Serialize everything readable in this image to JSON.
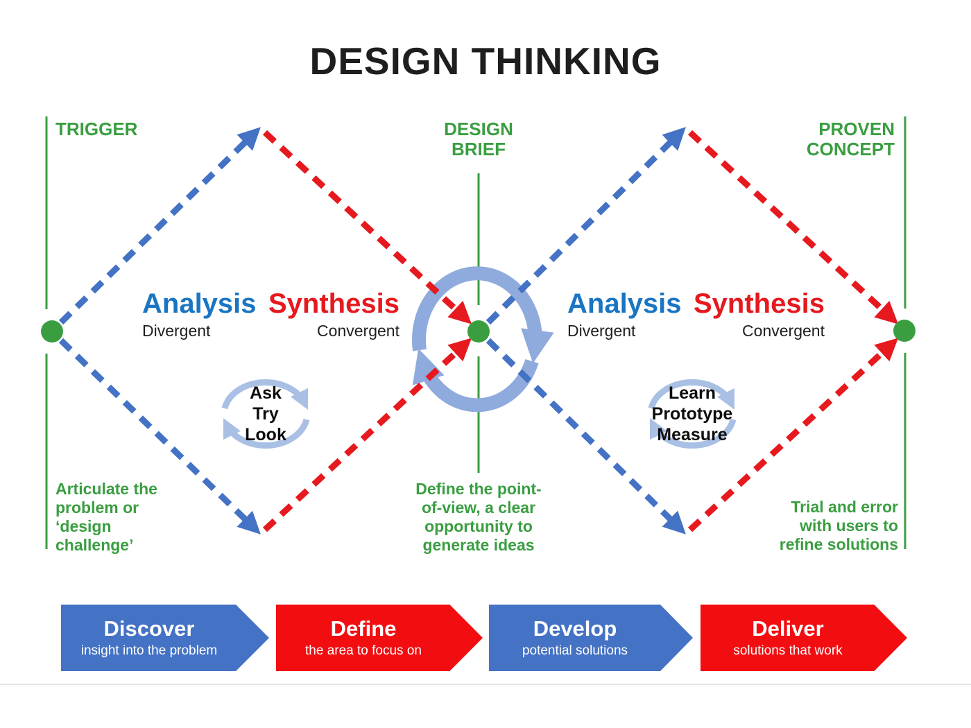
{
  "title": "DESIGN THINKING",
  "colors": {
    "green": "#3A9E41",
    "blue": "#4472C4",
    "red": "#E6191F",
    "analysis_blue": "#1A75C2",
    "cycle_blue": "#8FAADC",
    "cycle_blue_light": "#A9C0E4",
    "text_dark": "#1E1E1E",
    "divider": "#E7E7E7"
  },
  "stage_markers": {
    "trigger": "TRIGGER",
    "design_brief": "DESIGN BRIEF",
    "proven_concept": "PROVEN CONCEPT"
  },
  "diamonds": [
    {
      "analysis": "Analysis",
      "analysis_sub": "Divergent",
      "synthesis": "Synthesis",
      "synthesis_sub": "Convergent",
      "cycle_words": [
        "Ask",
        "Try",
        "Look"
      ]
    },
    {
      "analysis": "Analysis",
      "analysis_sub": "Divergent",
      "synthesis": "Synthesis",
      "synthesis_sub": "Convergent",
      "cycle_words": [
        "Learn",
        "Prototype",
        "Measure"
      ]
    }
  ],
  "annotations": {
    "trigger_note": "Articulate the problem or ‘design challenge’",
    "brief_note": "Define the point-of-view, a clear opportunity to generate ideas",
    "concept_note": "Trial and error with users to refine solutions"
  },
  "phases": [
    {
      "label": "Discover",
      "sublabel": "insight into the problem",
      "color": "#4472C4"
    },
    {
      "label": "Define",
      "sublabel": "the area to focus on",
      "color": "#F20D11"
    },
    {
      "label": "Develop",
      "sublabel": "potential solutions",
      "color": "#4472C4"
    },
    {
      "label": "Deliver",
      "sublabel": "solutions that work",
      "color": "#F20D11"
    }
  ]
}
